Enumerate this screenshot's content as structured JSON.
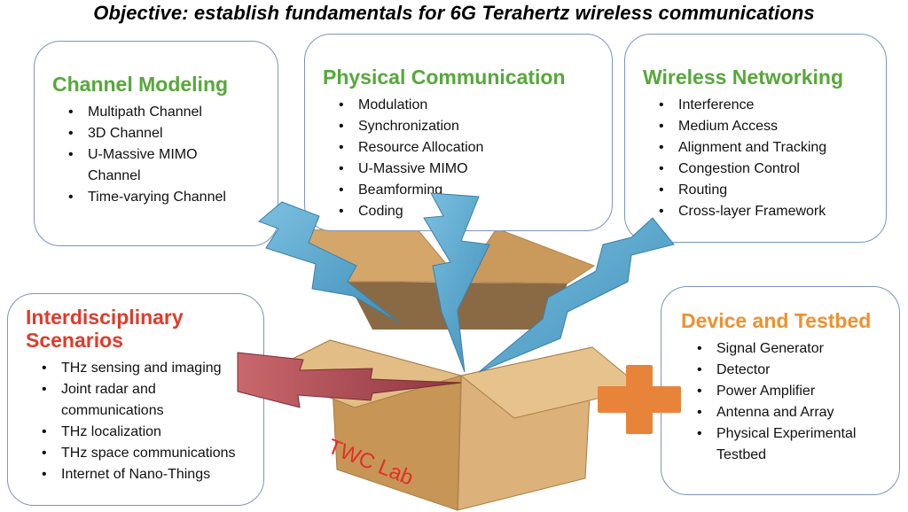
{
  "title": "Objective: establish fundamentals for 6G Terahertz wireless communications",
  "cards": {
    "channel": {
      "title": "Channel Modeling",
      "color": "#56a83a",
      "items": [
        "Multipath Channel",
        "3D Channel",
        "U-Massive MIMO Channel",
        "Time-varying Channel"
      ]
    },
    "physical": {
      "title": "Physical Communication",
      "color": "#56a83a",
      "items": [
        "Modulation",
        "Synchronization",
        "Resource Allocation",
        "U-Massive MIMO",
        "Beamforming",
        "Coding"
      ]
    },
    "wireless": {
      "title": "Wireless Networking",
      "color": "#56a83a",
      "items": [
        "Interference",
        "Medium Access",
        "Alignment and Tracking",
        "Congestion Control",
        "Routing",
        "Cross-layer Framework"
      ]
    },
    "interdisciplinary": {
      "title": "Interdisciplinary Scenarios",
      "color": "#e23a2a",
      "items": [
        "THz sensing and imaging",
        "Joint radar and communications",
        "THz localization",
        "THz space communications",
        "Internet of Nano-Things"
      ]
    },
    "device": {
      "title": "Device and Testbed",
      "color": "#f0902e",
      "items": [
        "Signal Generator",
        "Detector",
        "Power Amplifier",
        "Antenna and Array",
        "Physical Experimental Testbed"
      ]
    }
  },
  "box_label": "TWC Lab",
  "colors": {
    "bolt_blue": "#5aa9cf",
    "bolt_red": "#b55058",
    "box": "#d8ad72",
    "plus": "#e8843a",
    "box_label": "#e0302a"
  }
}
